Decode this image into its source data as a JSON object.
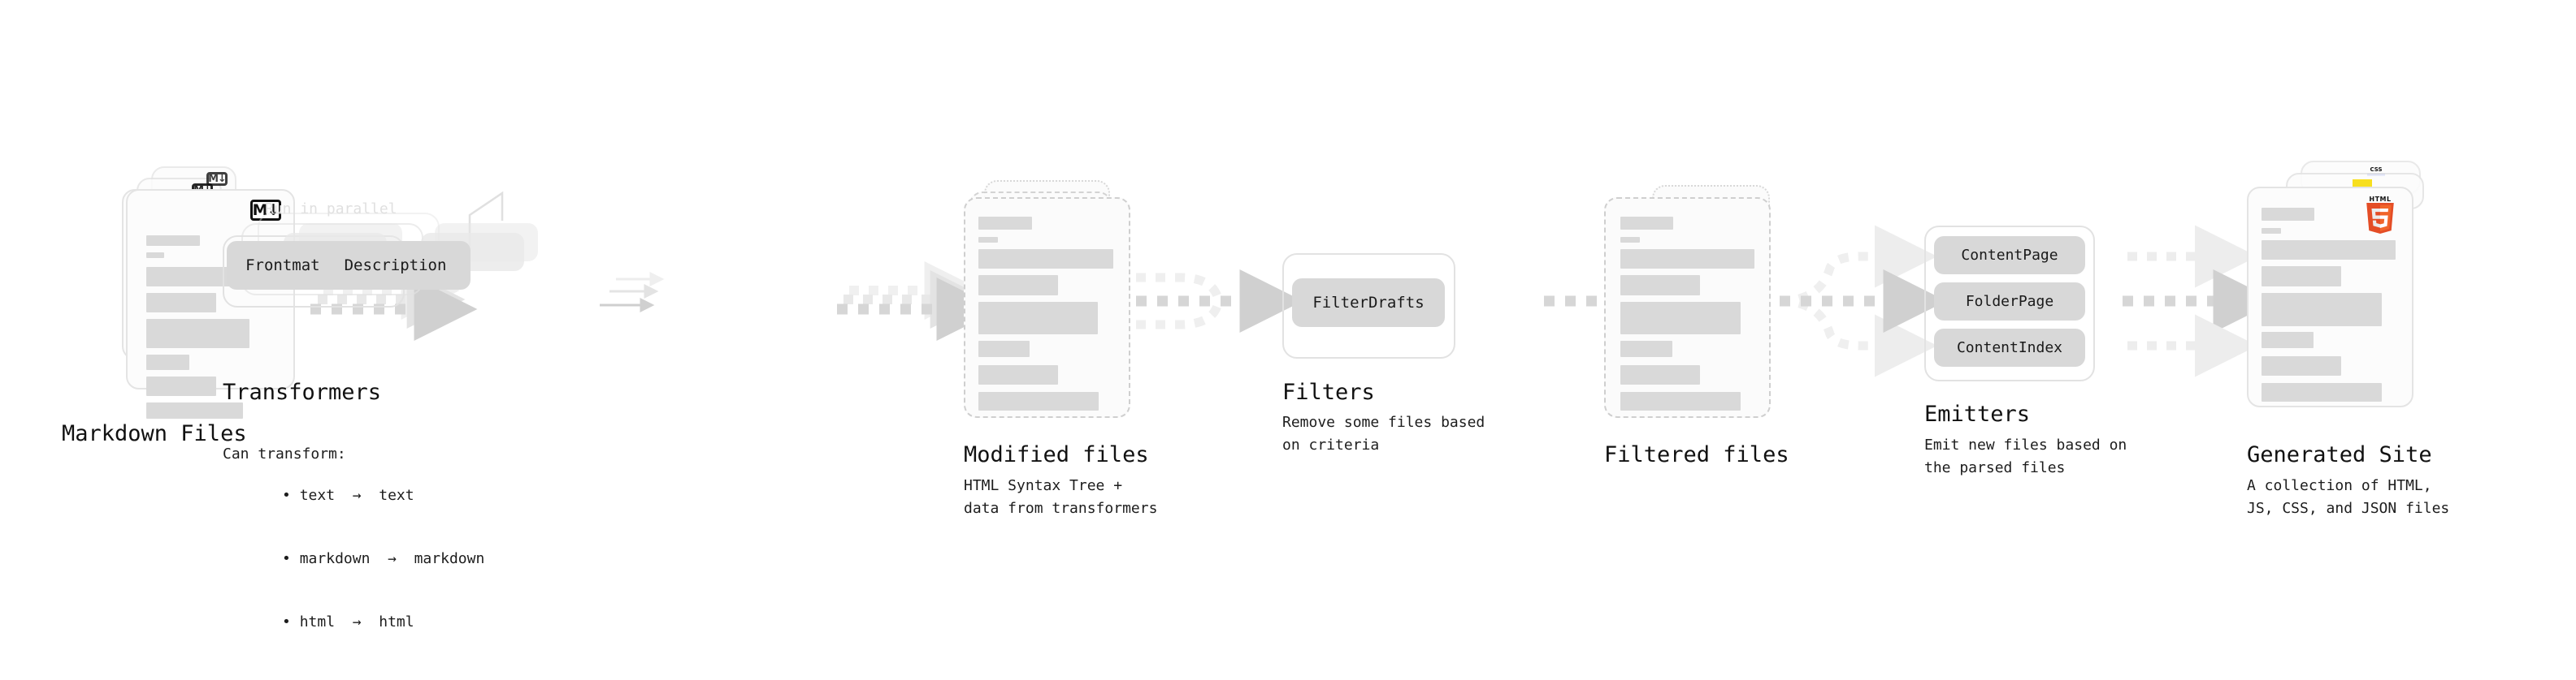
{
  "diagram": {
    "type": "pipeline-flow",
    "background": "#ffffff",
    "accent_colors": {
      "bar_gray": "#d9d9d9",
      "card_border": "#e4e4e4",
      "arrow_gray": "#d0d0d0",
      "pill_gray": "#d8d8d8",
      "html5_orange": "#e44d26",
      "html5_orange_light": "#f16529",
      "js_yellow": "#f7df1e",
      "css_blue": "#264de4",
      "markdown_black": "#111111"
    },
    "stages": [
      {
        "id": "markdown-files",
        "title": "Markdown Files",
        "subtitle": "",
        "icon": "markdown-icon",
        "icon_text": "M↓",
        "kind": "file-stack-solid",
        "stack_count": 3
      },
      {
        "id": "transformers",
        "title": "Transformers",
        "subtitle": "Can transform:",
        "annotation": "Run in parallel",
        "kind": "group-stack",
        "stack_count": 3,
        "pills": [
          "Frontmatter",
          "Description"
        ],
        "bullets": [
          "text  →  text",
          "markdown  →  markdown",
          "html  →  html"
        ]
      },
      {
        "id": "modified-files",
        "title": "Modified files",
        "subtitle": "HTML Syntax Tree +\ndata from transformers",
        "kind": "file-stack-dashed",
        "stack_count": 3
      },
      {
        "id": "filters",
        "title": "Filters",
        "subtitle": "Remove some files based\non criteria",
        "kind": "group",
        "pills": [
          "FilterDrafts"
        ]
      },
      {
        "id": "filtered-files",
        "title": "Filtered files",
        "subtitle": "",
        "kind": "file-stack-dashed",
        "stack_count": 2
      },
      {
        "id": "emitters",
        "title": "Emitters",
        "subtitle": "Emit new files based on\nthe parsed files",
        "kind": "group",
        "pills": [
          "ContentPage",
          "FolderPage",
          "ContentIndex"
        ]
      },
      {
        "id": "generated-site",
        "title": "Generated Site",
        "subtitle": "A collection of HTML,\nJS, CSS, and JSON files",
        "kind": "file-stack-solid",
        "stack_count": 3,
        "icons": [
          "html5-icon",
          "js-icon",
          "css-icon"
        ]
      }
    ],
    "connectors": [
      {
        "id": "arrow-markdown-to-transformers",
        "style": "dashed-stacked"
      },
      {
        "id": "arrow-transformers-to-modified",
        "style": "dashed-stacked"
      },
      {
        "id": "arrow-modified-to-filters",
        "style": "dashed-fan-in"
      },
      {
        "id": "arrow-filters-to-filtered",
        "style": "dashed-single"
      },
      {
        "id": "arrow-filtered-to-emitters",
        "style": "dashed-fan-out"
      },
      {
        "id": "arrow-emitters-to-site",
        "style": "dashed-triple"
      }
    ]
  }
}
